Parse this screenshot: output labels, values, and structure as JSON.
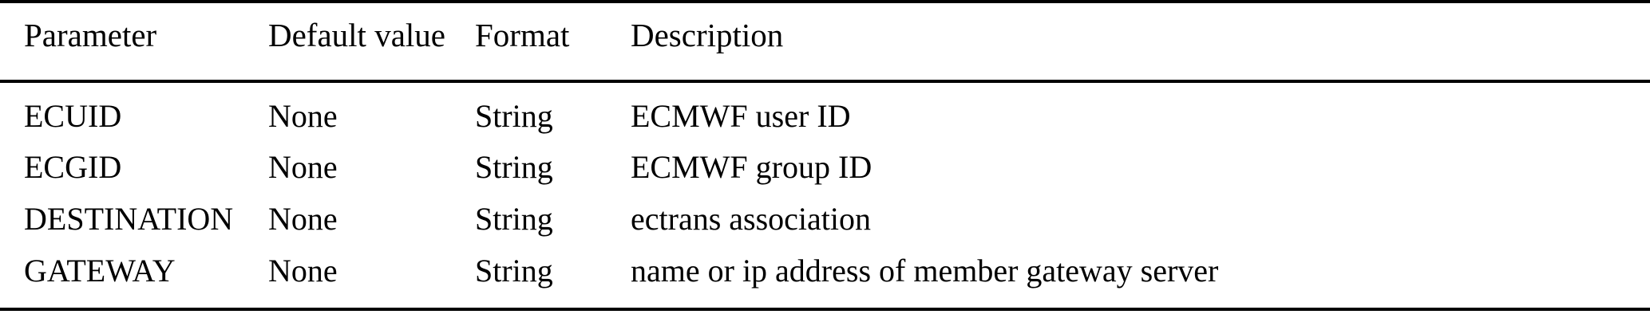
{
  "table": {
    "columns": [
      {
        "key": "parameter",
        "label": "Parameter"
      },
      {
        "key": "default",
        "label": "Default value"
      },
      {
        "key": "format",
        "label": "Format"
      },
      {
        "key": "description",
        "label": "Description"
      }
    ],
    "rows": [
      {
        "parameter": "ECUID",
        "default": "None",
        "format": "String",
        "description": "ECMWF user ID"
      },
      {
        "parameter": "ECGID",
        "default": "None",
        "format": "String",
        "description": "ECMWF group ID"
      },
      {
        "parameter": "DESTINATION",
        "default": "None",
        "format": "String",
        "description": "ectrans association"
      },
      {
        "parameter": "GATEWAY",
        "default": "None",
        "format": "String",
        "description": "name or ip address of member gateway server"
      }
    ],
    "style": {
      "rule_color": "#000000",
      "text_color": "#000000",
      "background_color": "#ffffff"
    }
  }
}
